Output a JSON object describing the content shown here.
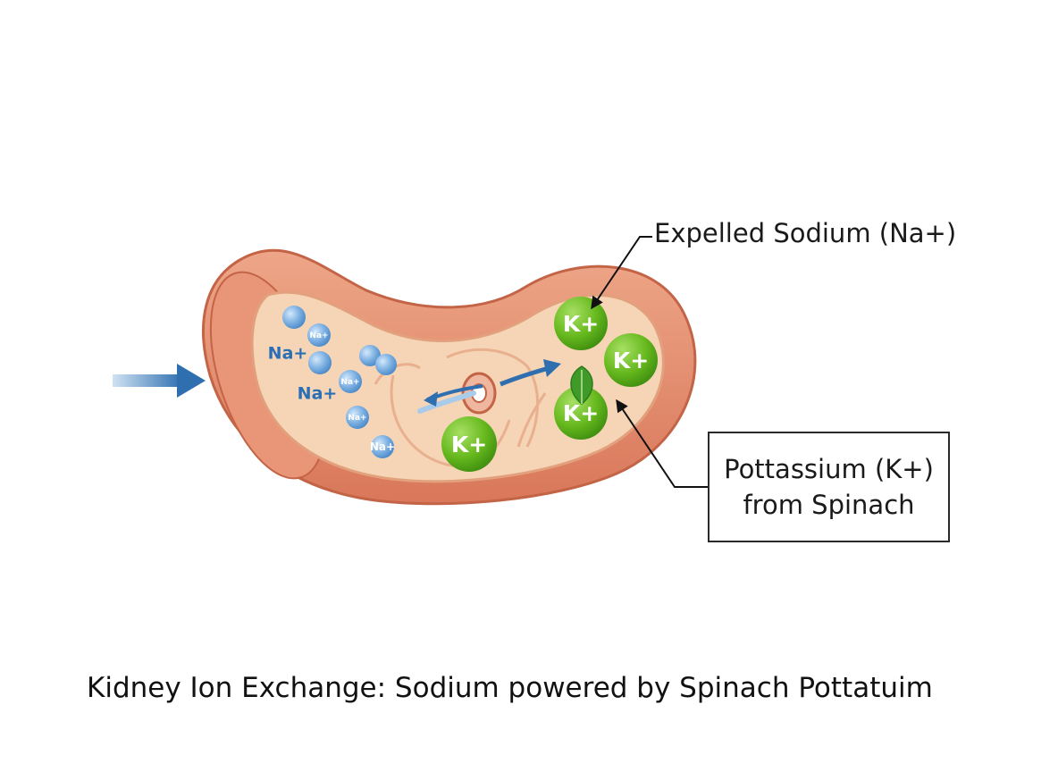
{
  "labels": {
    "expelled": "Expelled Sodium (Na+)",
    "callout_line1": "Pottassium (K+)",
    "callout_line2": "from Spinach",
    "caption": "Kidney Ion Exchange: Sodium powered by Spinach Pottatuim"
  },
  "sodium_ions": [
    {
      "text": ""
    },
    {
      "text": "Na+"
    },
    {
      "text": "Na+"
    },
    {
      "text": ""
    },
    {
      "text": "Na+"
    },
    {
      "text": ""
    },
    {
      "text": ""
    },
    {
      "text": "Na+"
    },
    {
      "text": "Na+"
    },
    {
      "text": "Na+"
    },
    {
      "text": "Na+"
    }
  ],
  "potassium_ions": [
    "K+",
    "K+",
    "K+",
    "K+"
  ],
  "colors": {
    "tubule_outer": "#e8967a",
    "tubule_inner": "#f6d2b5",
    "sodium": "#6fa7dc",
    "sodium_text": "#2a6fb5",
    "potassium": "#6cc01e",
    "arrow_blue": "#2f6fb0",
    "leaf": "#3f9a2a"
  }
}
